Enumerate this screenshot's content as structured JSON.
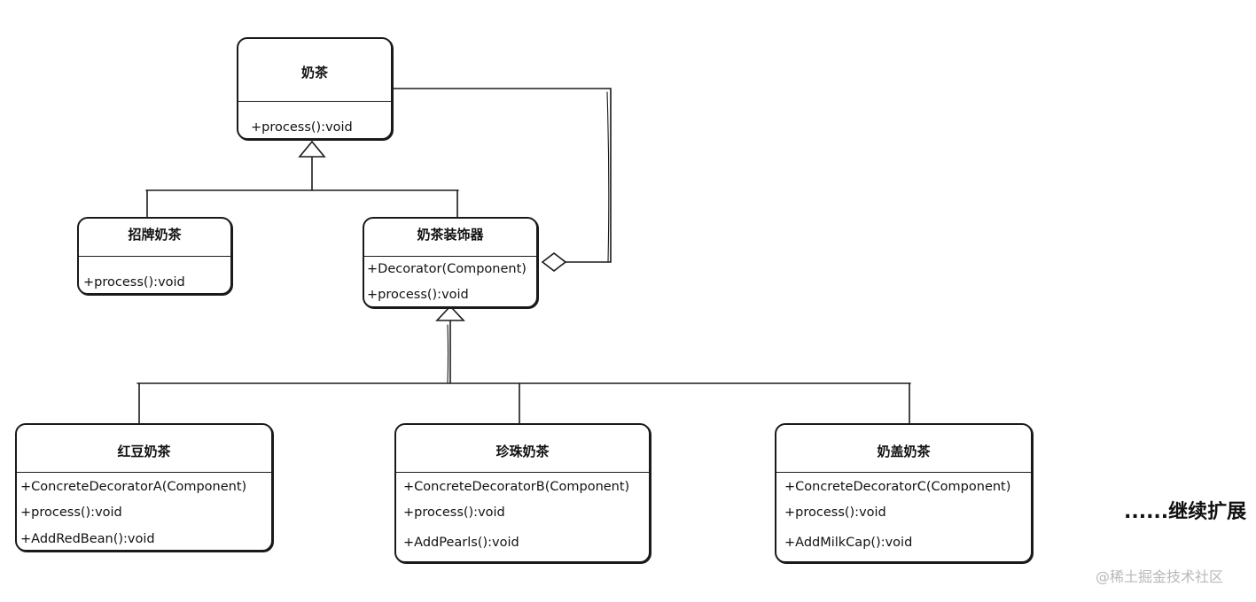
{
  "diagram": {
    "milk_tea": {
      "title": "奶茶",
      "methods": [
        "+process():void"
      ]
    },
    "signature_milk_tea": {
      "title": "招牌奶茶",
      "methods": [
        "+process():void"
      ]
    },
    "milk_tea_decorator": {
      "title": "奶茶装饰器",
      "methods": [
        "+Decorator(Component)",
        "+process():void"
      ]
    },
    "red_bean_milk_tea": {
      "title": "红豆奶茶",
      "methods": [
        "+ConcreteDecoratorA(Component)",
        "+process():void",
        "+AddRedBean():void"
      ]
    },
    "pearl_milk_tea": {
      "title": "珍珠奶茶",
      "methods": [
        "+ConcreteDecoratorB(Component)",
        "+process():void",
        "+AddPearls():void"
      ]
    },
    "milk_cap_tea": {
      "title": "奶盖奶茶",
      "methods": [
        "+ConcreteDecoratorC(Component)",
        "+process():void",
        "+AddMilkCap():void"
      ]
    },
    "more_label": "......继续扩展",
    "watermark": "@稀土掘金技术社区"
  }
}
